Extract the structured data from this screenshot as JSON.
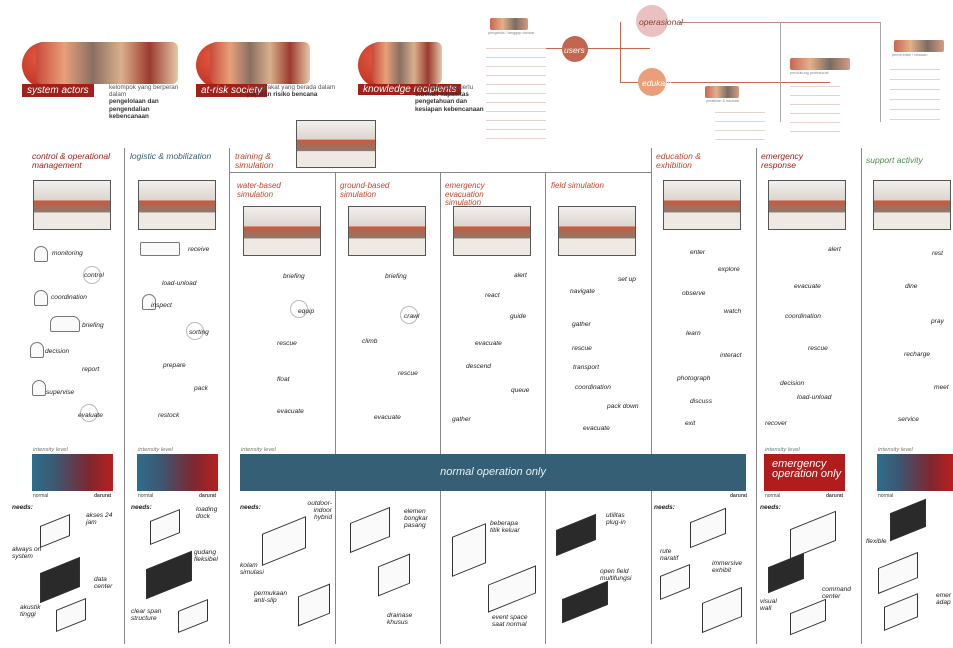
{
  "actors": [
    {
      "tag": "system actors",
      "desc_a": "kelompok yang berperan dalam",
      "desc_b": "pengelolaan dan pengendalian",
      "desc_c": "kebencanaan"
    },
    {
      "tag": "at-risk society",
      "desc_a": "masyarakat yang berada dalam",
      "desc_b": "paparan risiko bencana",
      "desc_c": ""
    },
    {
      "tag": "knowledge recipients",
      "desc_a": "kelompok yang perlu",
      "desc_b": "dibekali kapasitas",
      "desc_c": "pengetahuan dan kesiapan kebencanaan"
    }
  ],
  "org": {
    "users": "users",
    "operasional": "operasional",
    "edukasi": "edukasi",
    "pengelola": "pengelola / tanggap darurat",
    "pelatihan": "pelatihan & edukasi",
    "pendukung": "pendukung profesional",
    "pemerintah": "pemerintah / relawan"
  },
  "columns": [
    {
      "title": "control & operational management",
      "activities": [
        "monitoring",
        "control",
        "coordination",
        "briefing",
        "decision",
        "report",
        "supervise",
        "evaluate"
      ]
    },
    {
      "title": "logistic & mobilization",
      "activities": [
        "receive",
        "load-unload",
        "inspect",
        "sorting",
        "prepare",
        "pack",
        "restock"
      ]
    },
    {
      "title": "training & simulation",
      "activities": []
    },
    {
      "title": "water-based simulation",
      "activities": [
        "briefing",
        "equip",
        "rescue",
        "float",
        "evacuate"
      ]
    },
    {
      "title": "ground-based simulation",
      "activities": [
        "briefing",
        "crawl",
        "climb",
        "rescue",
        "evacuate"
      ]
    },
    {
      "title": "emergency evacuation simulation",
      "activities": [
        "alert",
        "react",
        "guide",
        "evacuate",
        "descend",
        "queue",
        "gather"
      ]
    },
    {
      "title": "field simulation",
      "activities": [
        "set up",
        "navigate",
        "gather",
        "rescue",
        "transport",
        "coordination",
        "pack down",
        "evacuate"
      ]
    },
    {
      "title": "education & exhibition",
      "activities": [
        "enter",
        "explore",
        "observe",
        "watch",
        "learn",
        "interact",
        "photograph",
        "discuss",
        "exit"
      ]
    },
    {
      "title": "emergency response",
      "activities": [
        "alert",
        "evacuate",
        "coordination",
        "rescue",
        "decision",
        "load-unload",
        "recover"
      ]
    },
    {
      "title": "support activity",
      "activities": [
        "rest",
        "dine",
        "pray",
        "recharge",
        "meet",
        "service"
      ]
    }
  ],
  "intensity": {
    "label": "intensity level",
    "normal": "normal",
    "darurat": "darurat",
    "normal_only": "normal operation only",
    "emergency_only": "emergency operation only"
  },
  "needs": {
    "label": "needs:",
    "c1": [
      "akses 24 jam",
      "always on system",
      "data center",
      "akustik tinggi"
    ],
    "c2": [
      "loading dock",
      "gudang fleksibel",
      "clear span structure"
    ],
    "c3": [
      "outdoor-indoor hybrid",
      "kolam simulasi",
      "permukaan anti-slip"
    ],
    "c4": [
      "elemen bongkar pasang",
      "drainase khusus"
    ],
    "c5": [
      "beberapa titik keluar",
      "event space saat normal"
    ],
    "c6": [
      "utilitas plug-in",
      "open field multifungsi"
    ],
    "c7": [
      "rute naratif",
      "immersive exhibit"
    ],
    "c8": [
      "visual wall",
      "command center"
    ],
    "c9": [
      "flexible",
      "emer adap"
    ]
  },
  "colors": {
    "brand_red": "#a32018",
    "accent_orange": "#c2452a",
    "normal_blue": "#355f74",
    "emergency_red": "#b11c1c"
  }
}
